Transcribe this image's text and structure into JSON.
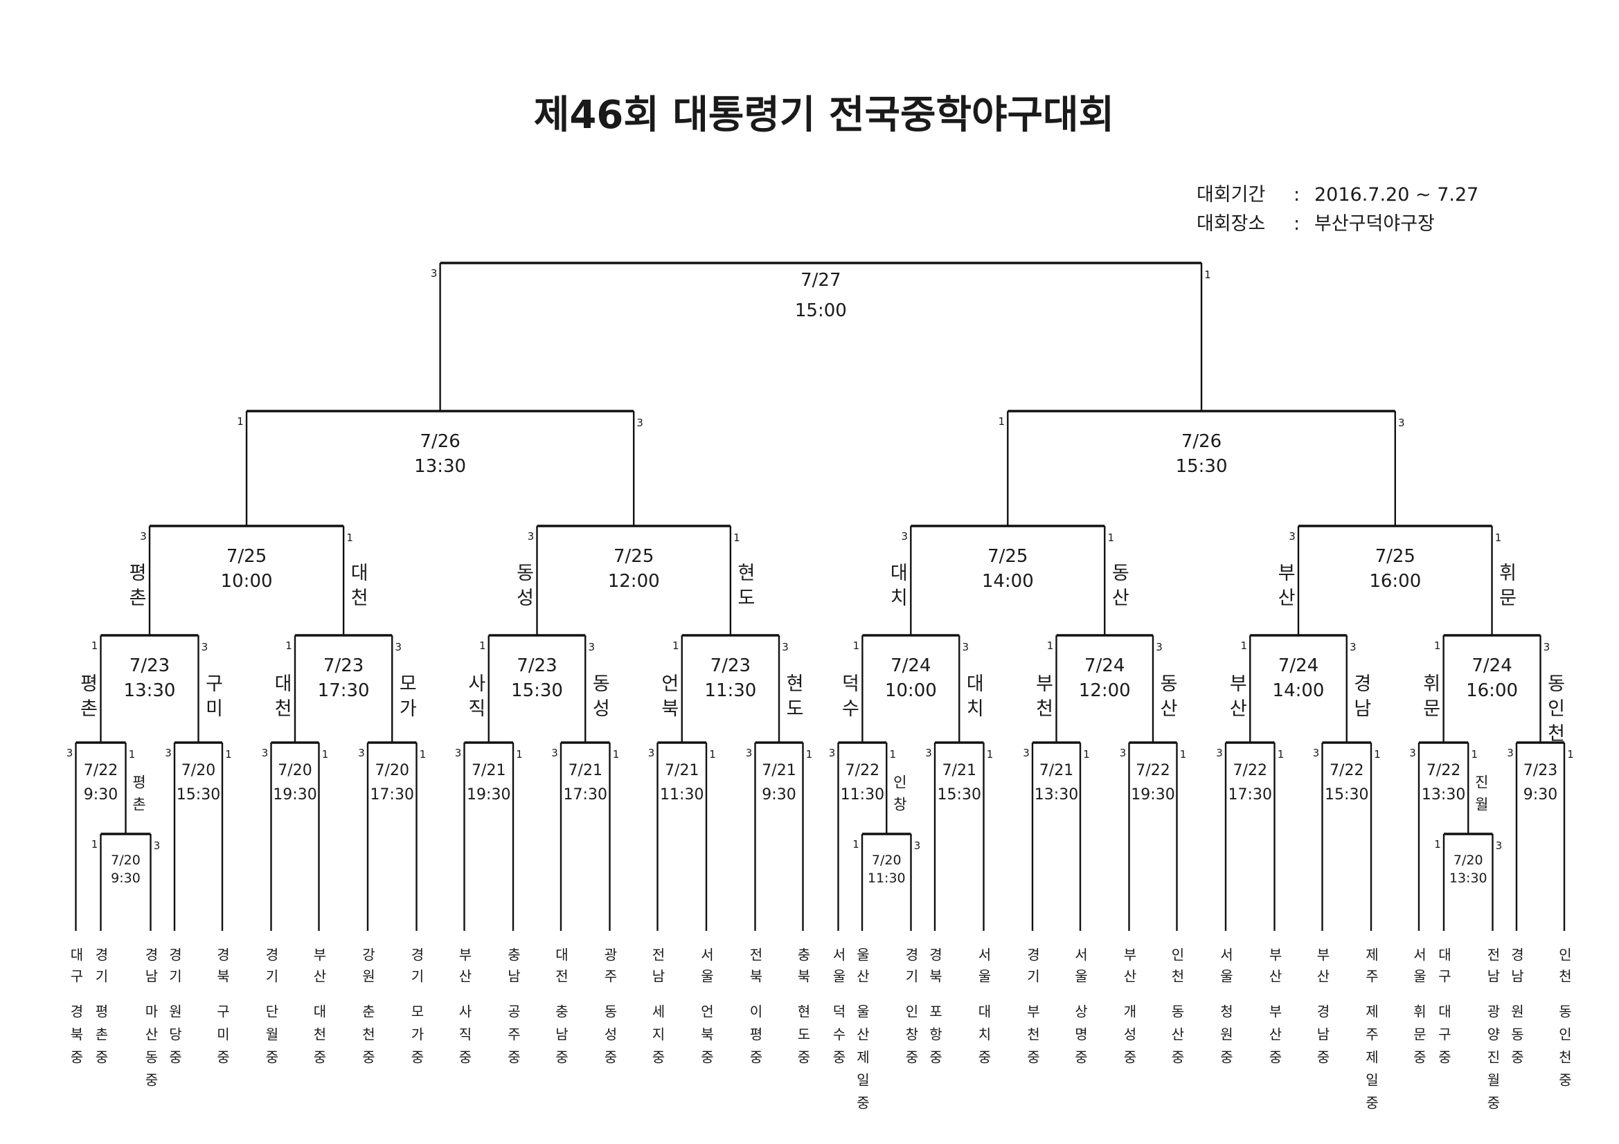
{
  "title": "제46회 대통령기 전국중학야구대회",
  "info": {
    "period_label": "대회기간",
    "period_value": "2016.7.20 ~ 7.27",
    "venue_label": "대회장소",
    "venue_value": "부산구덕야구장",
    "separator": ":"
  },
  "teams": [
    {
      "region": "대구",
      "school": "경북중"
    },
    {
      "region": "경기",
      "school": "평촌중"
    },
    {
      "region": "경남",
      "school": "마산동중"
    },
    {
      "region": "경기",
      "school": "원당중"
    },
    {
      "region": "경북",
      "school": "구미중"
    },
    {
      "region": "경기",
      "school": "단월중"
    },
    {
      "region": "부산",
      "school": "대천중"
    },
    {
      "region": "강원",
      "school": "춘천중"
    },
    {
      "region": "경기",
      "school": "모가중"
    },
    {
      "region": "부산",
      "school": "사직중"
    },
    {
      "region": "충남",
      "school": "공주중"
    },
    {
      "region": "대전",
      "school": "충남중"
    },
    {
      "region": "광주",
      "school": "동성중"
    },
    {
      "region": "전남",
      "school": "세지중"
    },
    {
      "region": "서울",
      "school": "언북중"
    },
    {
      "region": "전북",
      "school": "이평중"
    },
    {
      "region": "충북",
      "school": "현도중"
    },
    {
      "region": "서울",
      "school": "덕수중"
    },
    {
      "region": "울산",
      "school": "울산제일중"
    },
    {
      "region": "경기",
      "school": "인창중"
    },
    {
      "region": "경북",
      "school": "포항중"
    },
    {
      "region": "서울",
      "school": "대치중"
    },
    {
      "region": "경기",
      "school": "부천중"
    },
    {
      "region": "서울",
      "school": "상명중"
    },
    {
      "region": "부산",
      "school": "개성중"
    },
    {
      "region": "인천",
      "school": "동산중"
    },
    {
      "region": "서울",
      "school": "청원중"
    },
    {
      "region": "부산",
      "school": "부산중"
    },
    {
      "region": "부산",
      "school": "경남중"
    },
    {
      "region": "제주",
      "school": "제주제일중"
    },
    {
      "region": "서울",
      "school": "휘문중"
    },
    {
      "region": "대구",
      "school": "대구중"
    },
    {
      "region": "전남",
      "school": "광양진월중"
    },
    {
      "region": "경남",
      "school": "원동중"
    },
    {
      "region": "인천",
      "school": "동인천중"
    }
  ],
  "bracket": {
    "round": "final",
    "date": "7/27",
    "time": "15:00",
    "scores": [
      "3",
      "1"
    ],
    "labels": [
      "",
      ""
    ],
    "c": [
      {
        "round": "semi",
        "date": "7/26",
        "time": "13:30",
        "scores": [
          "1",
          "3"
        ],
        "labels": [
          "",
          ""
        ],
        "c": [
          {
            "round": "quarter",
            "date": "7/25",
            "time": "10:00",
            "scores": [
              "3",
              "1"
            ],
            "labels": [
              "평촌",
              "대천"
            ],
            "c": [
              {
                "round": "r16",
                "date": "7/23",
                "time": "13:30",
                "scores": [
                  "1",
                  "3"
                ],
                "labels": [
                  "평촌",
                  "구미"
                ],
                "c": [
                  {
                    "round": "r32",
                    "date": "7/22",
                    "time": "9:30",
                    "scores": [
                      "3",
                      "1"
                    ],
                    "labels": [
                      "",
                      "평촌"
                    ],
                    "c": [
                      0,
                      {
                        "round": "prelim",
                        "date": "7/20",
                        "time": "9:30",
                        "scores": [
                          "1",
                          "3"
                        ],
                        "labels": [
                          "",
                          ""
                        ],
                        "c": [
                          1,
                          2
                        ]
                      }
                    ]
                  },
                  {
                    "round": "r32",
                    "date": "7/20",
                    "time": "15:30",
                    "scores": [
                      "3",
                      "1"
                    ],
                    "labels": [
                      "",
                      ""
                    ],
                    "c": [
                      3,
                      4
                    ]
                  }
                ]
              },
              {
                "round": "r16",
                "date": "7/23",
                "time": "17:30",
                "scores": [
                  "1",
                  "3"
                ],
                "labels": [
                  "대천",
                  "모가"
                ],
                "c": [
                  {
                    "round": "r32",
                    "date": "7/20",
                    "time": "19:30",
                    "scores": [
                      "3",
                      "1"
                    ],
                    "labels": [
                      "",
                      ""
                    ],
                    "c": [
                      5,
                      6
                    ]
                  },
                  {
                    "round": "r32",
                    "date": "7/20",
                    "time": "17:30",
                    "scores": [
                      "3",
                      "1"
                    ],
                    "labels": [
                      "",
                      ""
                    ],
                    "c": [
                      7,
                      8
                    ]
                  }
                ]
              }
            ]
          },
          {
            "round": "quarter",
            "date": "7/25",
            "time": "12:00",
            "scores": [
              "3",
              "1"
            ],
            "labels": [
              "동성",
              "현도"
            ],
            "c": [
              {
                "round": "r16",
                "date": "7/23",
                "time": "15:30",
                "scores": [
                  "1",
                  "3"
                ],
                "labels": [
                  "사직",
                  "동성"
                ],
                "c": [
                  {
                    "round": "r32",
                    "date": "7/21",
                    "time": "19:30",
                    "scores": [
                      "3",
                      "1"
                    ],
                    "labels": [
                      "",
                      ""
                    ],
                    "c": [
                      9,
                      10
                    ]
                  },
                  {
                    "round": "r32",
                    "date": "7/21",
                    "time": "17:30",
                    "scores": [
                      "3",
                      "1"
                    ],
                    "labels": [
                      "",
                      ""
                    ],
                    "c": [
                      11,
                      12
                    ]
                  }
                ]
              },
              {
                "round": "r16",
                "date": "7/23",
                "time": "11:30",
                "scores": [
                  "1",
                  "3"
                ],
                "labels": [
                  "언북",
                  "현도"
                ],
                "c": [
                  {
                    "round": "r32",
                    "date": "7/21",
                    "time": "11:30",
                    "scores": [
                      "3",
                      "1"
                    ],
                    "labels": [
                      "",
                      ""
                    ],
                    "c": [
                      13,
                      14
                    ]
                  },
                  {
                    "round": "r32",
                    "date": "7/21",
                    "time": "9:30",
                    "scores": [
                      "3",
                      "1"
                    ],
                    "labels": [
                      "",
                      ""
                    ],
                    "c": [
                      15,
                      16
                    ]
                  }
                ]
              }
            ]
          }
        ]
      },
      {
        "round": "semi",
        "date": "7/26",
        "time": "15:30",
        "scores": [
          "1",
          "3"
        ],
        "labels": [
          "",
          ""
        ],
        "c": [
          {
            "round": "quarter",
            "date": "7/25",
            "time": "14:00",
            "scores": [
              "3",
              "1"
            ],
            "labels": [
              "대치",
              "동산"
            ],
            "c": [
              {
                "round": "r16",
                "date": "7/24",
                "time": "10:00",
                "scores": [
                  "1",
                  "3"
                ],
                "labels": [
                  "덕수",
                  "대치"
                ],
                "c": [
                  {
                    "round": "r32",
                    "date": "7/22",
                    "time": "11:30",
                    "scores": [
                      "3",
                      "1"
                    ],
                    "labels": [
                      "",
                      "인창"
                    ],
                    "c": [
                      17,
                      {
                        "round": "prelim",
                        "date": "7/20",
                        "time": "11:30",
                        "scores": [
                          "1",
                          "3"
                        ],
                        "labels": [
                          "",
                          ""
                        ],
                        "c": [
                          18,
                          19
                        ]
                      }
                    ]
                  },
                  {
                    "round": "r32",
                    "date": "7/21",
                    "time": "15:30",
                    "scores": [
                      "3",
                      "1"
                    ],
                    "labels": [
                      "",
                      ""
                    ],
                    "c": [
                      20,
                      21
                    ]
                  }
                ]
              },
              {
                "round": "r16",
                "date": "7/24",
                "time": "12:00",
                "scores": [
                  "1",
                  "3"
                ],
                "labels": [
                  "부천",
                  "동산"
                ],
                "c": [
                  {
                    "round": "r32",
                    "date": "7/21",
                    "time": "13:30",
                    "scores": [
                      "3",
                      "1"
                    ],
                    "labels": [
                      "",
                      ""
                    ],
                    "c": [
                      22,
                      23
                    ]
                  },
                  {
                    "round": "r32",
                    "date": "7/22",
                    "time": "19:30",
                    "scores": [
                      "3",
                      "1"
                    ],
                    "labels": [
                      "",
                      ""
                    ],
                    "c": [
                      24,
                      25
                    ]
                  }
                ]
              }
            ]
          },
          {
            "round": "quarter",
            "date": "7/25",
            "time": "16:00",
            "scores": [
              "3",
              "1"
            ],
            "labels": [
              "부산",
              "휘문"
            ],
            "c": [
              {
                "round": "r16",
                "date": "7/24",
                "time": "14:00",
                "scores": [
                  "1",
                  "3"
                ],
                "labels": [
                  "부산",
                  "경남"
                ],
                "c": [
                  {
                    "round": "r32",
                    "date": "7/22",
                    "time": "17:30",
                    "scores": [
                      "3",
                      "1"
                    ],
                    "labels": [
                      "",
                      ""
                    ],
                    "c": [
                      26,
                      27
                    ]
                  },
                  {
                    "round": "r32",
                    "date": "7/22",
                    "time": "15:30",
                    "scores": [
                      "3",
                      "1"
                    ],
                    "labels": [
                      "",
                      ""
                    ],
                    "c": [
                      28,
                      29
                    ]
                  }
                ]
              },
              {
                "round": "r16",
                "date": "7/24",
                "time": "16:00",
                "scores": [
                  "1",
                  "3"
                ],
                "labels": [
                  "휘문",
                  "동인천"
                ],
                "c": [
                  {
                    "round": "r32",
                    "date": "7/22",
                    "time": "13:30",
                    "scores": [
                      "3",
                      "1"
                    ],
                    "labels": [
                      "",
                      "진월"
                    ],
                    "c": [
                      30,
                      {
                        "round": "prelim",
                        "date": "7/20",
                        "time": "13:30",
                        "scores": [
                          "1",
                          "3"
                        ],
                        "labels": [
                          "",
                          ""
                        ],
                        "c": [
                          31,
                          32
                        ]
                      }
                    ]
                  },
                  {
                    "round": "r32",
                    "date": "7/23",
                    "time": "9:30",
                    "scores": [
                      "3",
                      "1"
                    ],
                    "labels": [
                      "",
                      ""
                    ],
                    "c": [
                      33,
                      34
                    ]
                  }
                ]
              }
            ]
          }
        ]
      }
    ]
  }
}
